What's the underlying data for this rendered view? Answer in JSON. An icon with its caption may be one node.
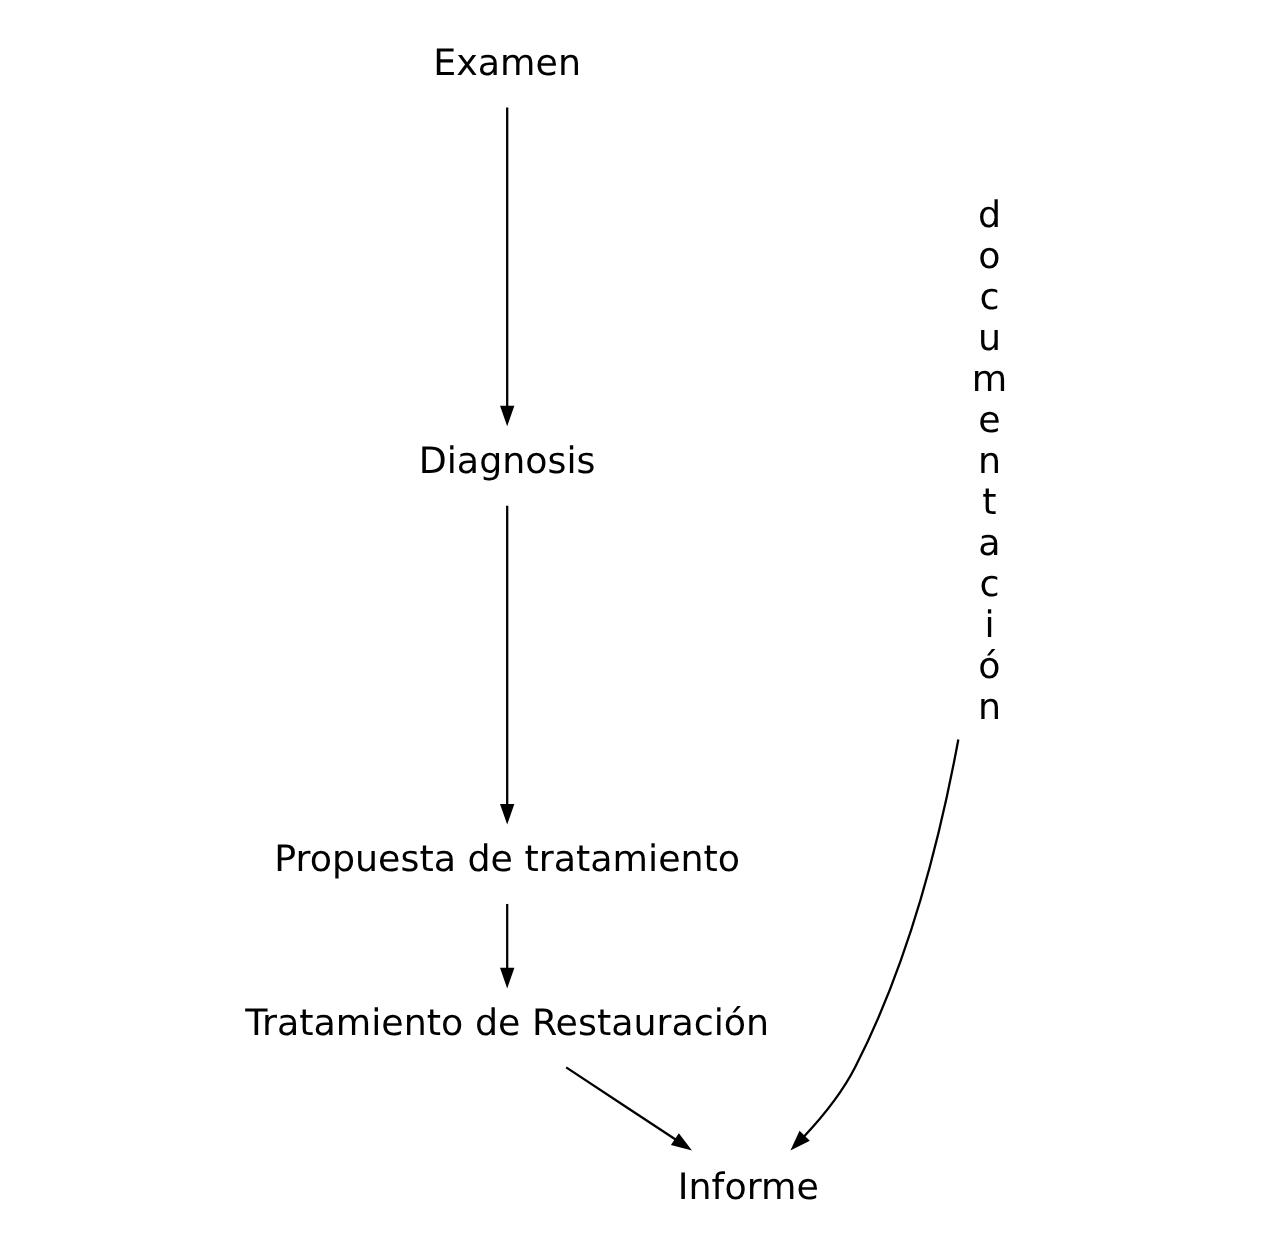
{
  "diagram": {
    "nodes": [
      {
        "text": [
          "Examen"
        ]
      },
      {
        "text": [
          "Diagnosis"
        ]
      },
      {
        "text": [
          "Propuesta de tratamiento"
        ]
      },
      {
        "text": [
          "Tratamiento de Restauración"
        ]
      },
      {
        "text": [
          "Informe"
        ]
      },
      {
        "text": [
          "documentación"
        ]
      }
    ],
    "edges": [
      {
        "from": 0,
        "to": 1,
        "arrow": "to"
      },
      {
        "from": 1,
        "to": 2,
        "arrow": "to"
      },
      {
        "from": 2,
        "to": 3,
        "arrow": "to"
      },
      {
        "from": 3,
        "to": 4,
        "arrow": "to"
      },
      {
        "from": 5,
        "to": 4,
        "arrow": "to"
      }
    ]
  }
}
